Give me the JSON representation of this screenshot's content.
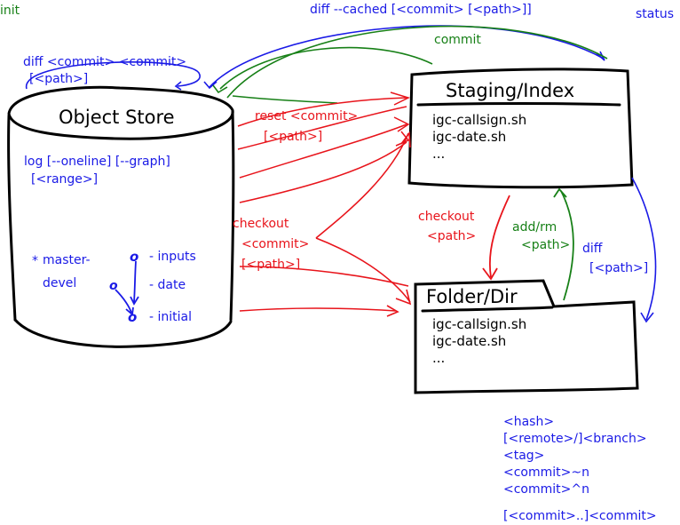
{
  "colors": {
    "ink": "#000000",
    "red": "#e8141b",
    "blue": "#1a1ae6",
    "green": "#178017"
  },
  "labels": {
    "init": "init",
    "status": "status",
    "diff_cached": "diff --cached [<commit> [<path>]]",
    "commit": "commit",
    "diff_commit_1": "diff <commit> <commit>",
    "diff_commit_2": "[<path>]",
    "reset_1": "reset <commit>",
    "reset_2": "[<path>]",
    "log_1": "log [--oneline] [--graph]",
    "log_2": "[<range>]",
    "checkout_left_1": "checkout",
    "checkout_left_2": "<commit>",
    "checkout_left_3": "[<path>]",
    "checkout_mid_1": "checkout",
    "checkout_mid_2": "<path>",
    "addrm_1": "add/rm",
    "addrm_2": "<path>",
    "diff_right_1": "diff",
    "diff_right_2": "[<path>]"
  },
  "object_store": {
    "title": "Object Store",
    "branch_marker": "*",
    "branch_master": "master-",
    "branch_devel": "devel",
    "commit_glyph": "o",
    "commit_inputs": "- inputs",
    "commit_date": "- date",
    "commit_initial": "- initial"
  },
  "staging": {
    "title": "Staging/Index",
    "files": [
      "igc-callsign.sh",
      "igc-date.sh",
      "..."
    ]
  },
  "folder": {
    "title": "Folder/Dir",
    "files": [
      "igc-callsign.sh",
      "igc-date.sh",
      "..."
    ]
  },
  "revisions": [
    "<hash>",
    "[<remote>/]<branch>",
    "<tag>",
    "<commit>~n",
    "<commit>^n",
    "[<commit>..]<commit>"
  ]
}
